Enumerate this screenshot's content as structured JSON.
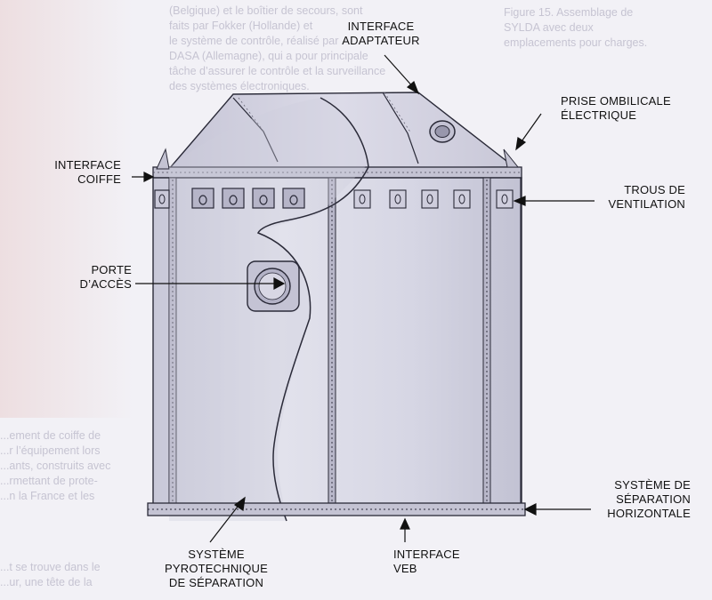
{
  "labels": {
    "interface_adaptateur": "INTERFACE\nADAPTATEUR",
    "prise_ombilicale": "PRISE OMBILICALE\nÉLECTRIQUE",
    "interface_coiffe": "INTERFACE\nCOIFFE",
    "trous_ventilation": "TROUS DE\nVENTILATION",
    "porte_acces": "PORTE\nD’ACCÈS",
    "systeme_separation_horizontale": "SYSTÈME DE\nSÉPARATION\nHORIZONTALE",
    "systeme_pyrotechnique": "SYSTÈME\nPYROTECHNIQUE\nDE SÉPARATION",
    "interface_veb": "INTERFACE\nVEB"
  },
  "background_text": {
    "top_paragraph": "(Belgique) et le boîtier de secours, sont\nfaits par Fokker (Hollande) et\nle système de contrôle, réalisé par\nDASA (Allemagne), qui a pour principale\ntâche d’assurer le contrôle et la surveillance\ndes systèmes électroniques.",
    "figure_caption": "Figure 15. Assemblage de\nSYLDA avec deux\nemplacements pour charges.",
    "left_column": "...ement de coiffe de\n...r l’équipement lors\n...ants, construits avec\n...rmettant de prote-\n...n la France et les",
    "left_bottom": "...t se trouve dans le\n...ur, une tête de la"
  },
  "colors": {
    "body_fill": "#d9d9e6",
    "cone_fill": "#d4d3e2",
    "edge": "#2a2a38",
    "background": "#f2f1f6",
    "arrow": "#111111"
  }
}
